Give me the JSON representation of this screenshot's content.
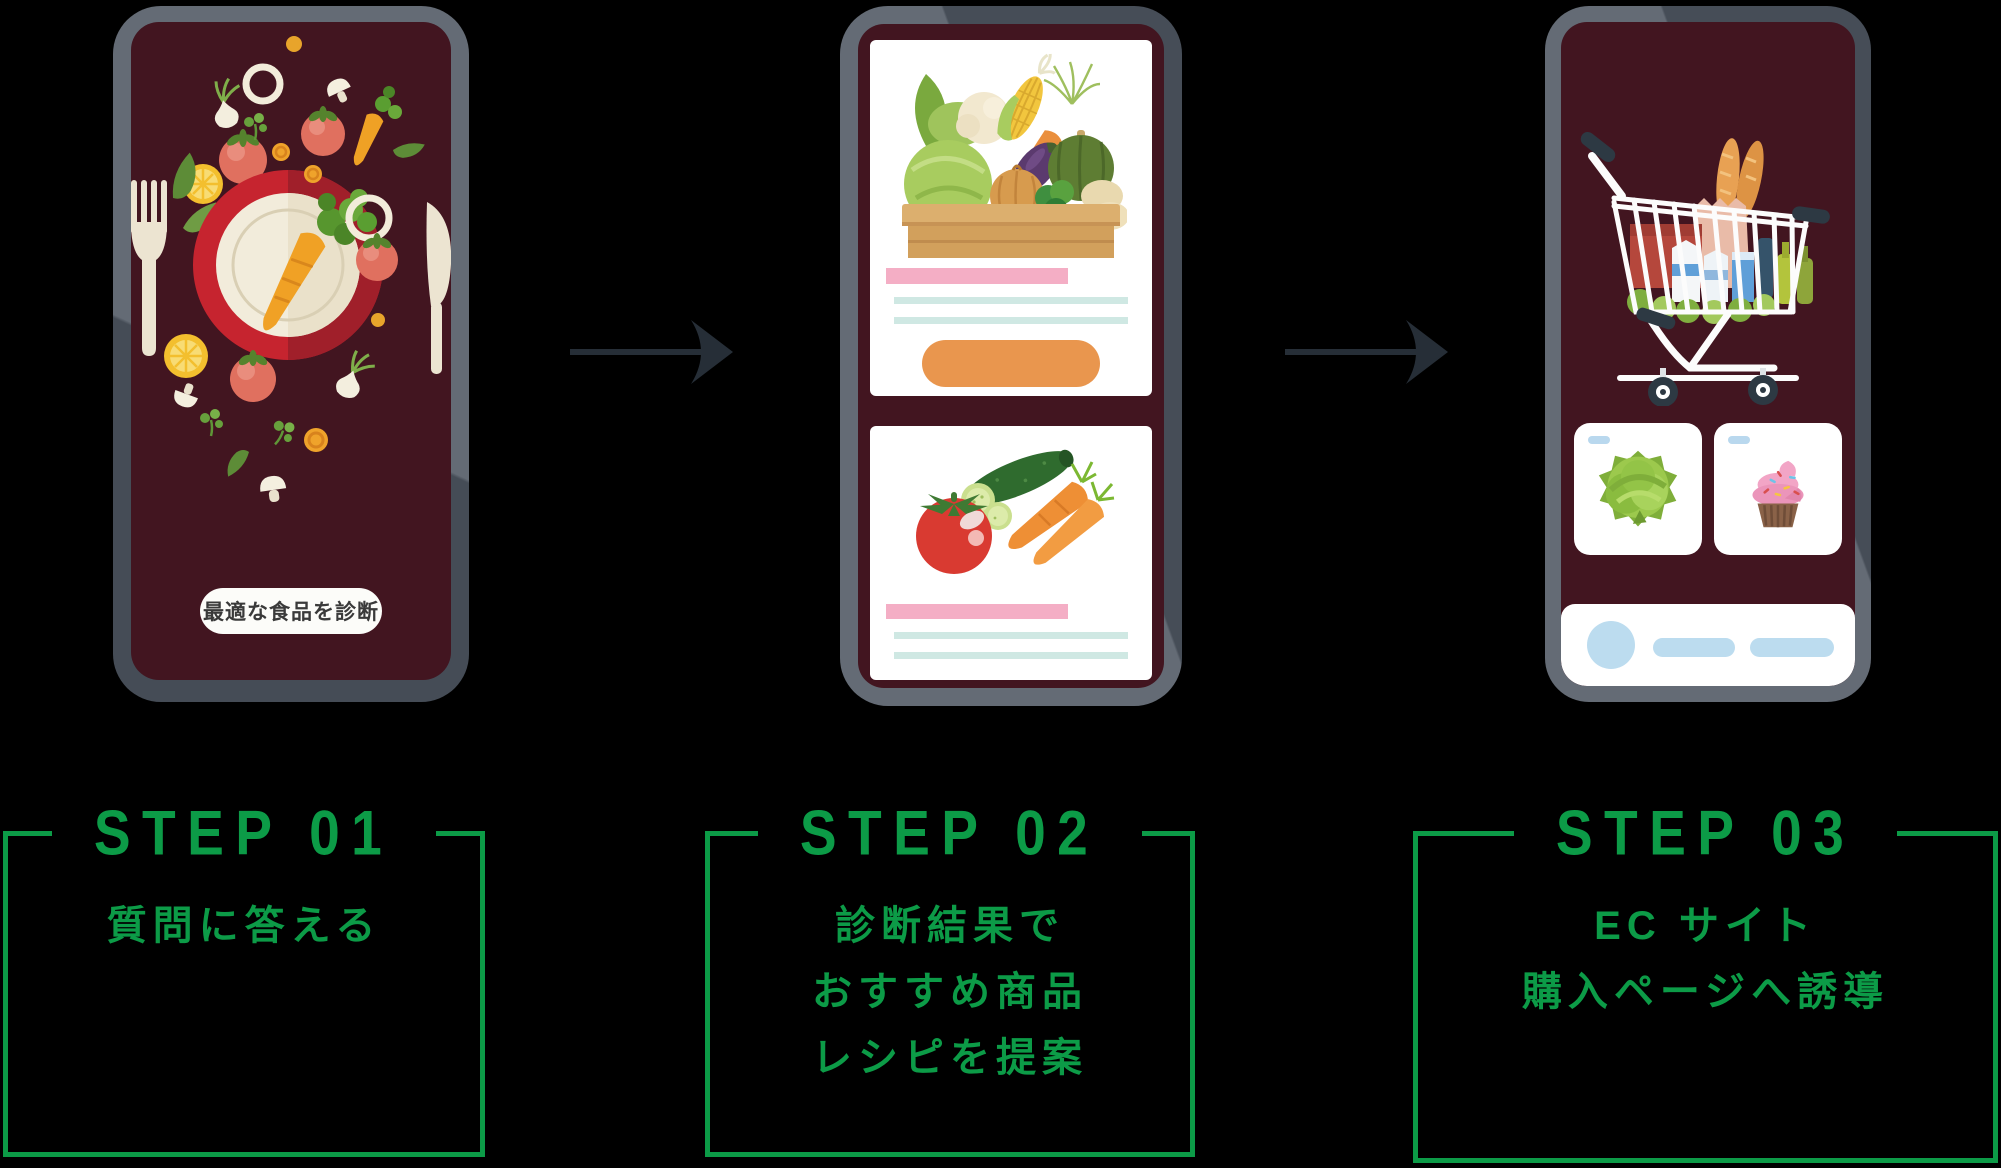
{
  "steps": [
    {
      "label": "STEP 01",
      "lines": [
        "質問に答える"
      ]
    },
    {
      "label": "STEP 02",
      "lines": [
        "診断結果で",
        "おすすめ商品",
        "レシピを提案"
      ]
    },
    {
      "label": "STEP 03",
      "lines": [
        "EC サイト",
        "購入ページへ誘導"
      ]
    }
  ],
  "phone1": {
    "button_label": "最適な食品を診断"
  },
  "icons": {
    "arrow-right-icon": "→",
    "fork-icon": "fork cutlery shape",
    "knife-icon": "knife cutlery shape",
    "plate-icon": "red-rim plate circle",
    "carrot-icon": "orange tapered carrot",
    "vegetable-box-icon": "wooden crate of vegetables",
    "shopping-cart-icon": "wire grocery cart",
    "cabbage-icon": "green cabbage",
    "cupcake-icon": "pink frosted cupcake"
  },
  "colors": {
    "accent_green": "#0c9b47",
    "screen_maroon": "#421520",
    "frame_light": "#646b75",
    "frame_dark": "#454c56",
    "bar_pink": "#f4aec5",
    "line_mint": "#cfe8e3",
    "button_orange": "#e9964e",
    "chip_blue": "#bcdcef",
    "arrow_dark": "#262e37"
  }
}
